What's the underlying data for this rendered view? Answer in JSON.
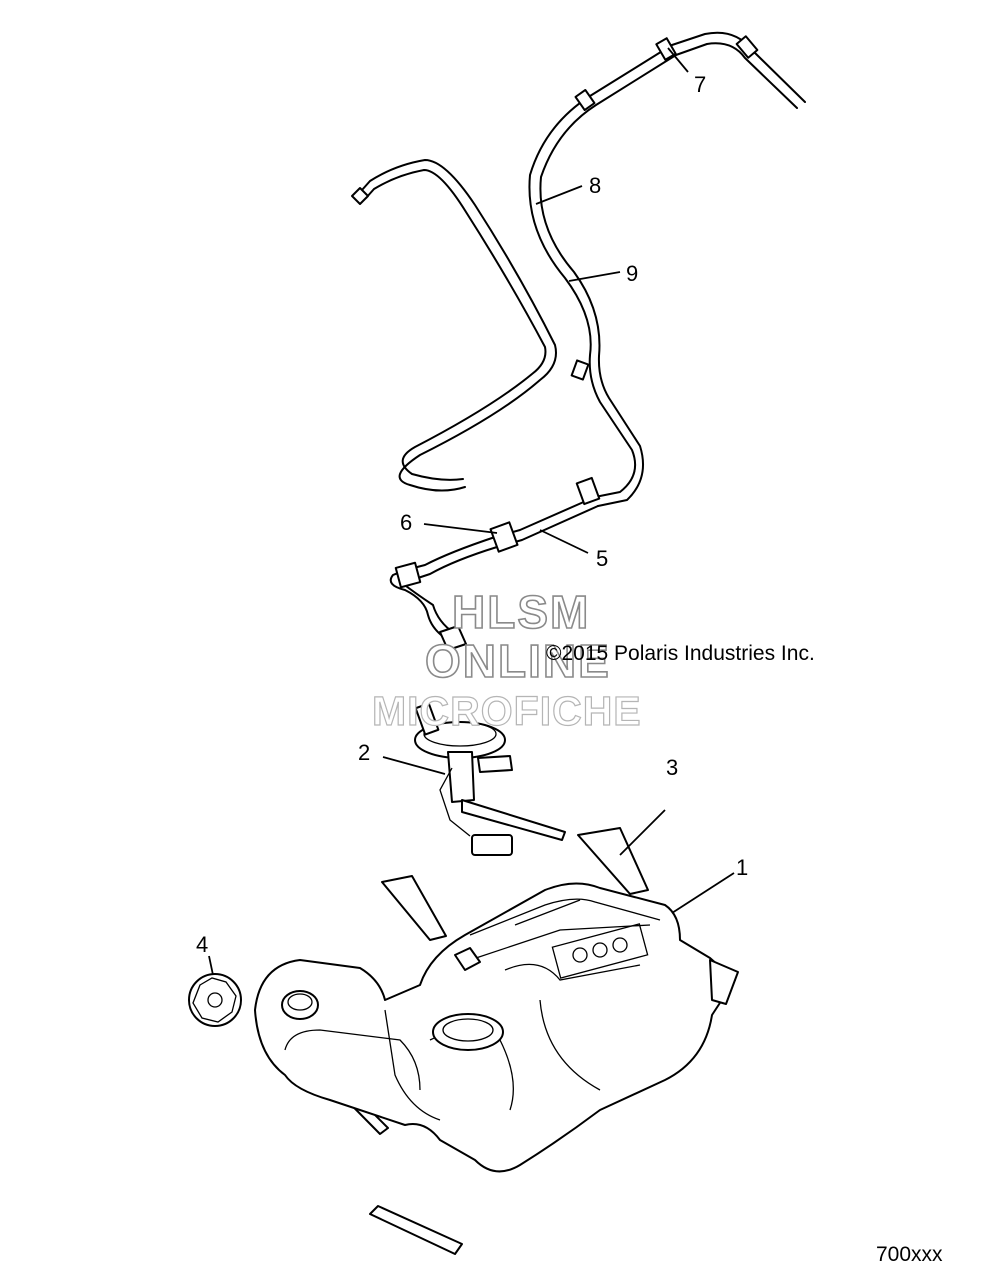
{
  "diagram": {
    "copyright": "©2015 Polaris Industries Inc.",
    "figure_code": "700xxx",
    "watermark": {
      "line1": "HLSM",
      "line2": "ONLINE",
      "line3": "MICROFICHE"
    },
    "callouts": [
      "1",
      "2",
      "3",
      "4",
      "5",
      "6",
      "7",
      "8",
      "9"
    ]
  }
}
